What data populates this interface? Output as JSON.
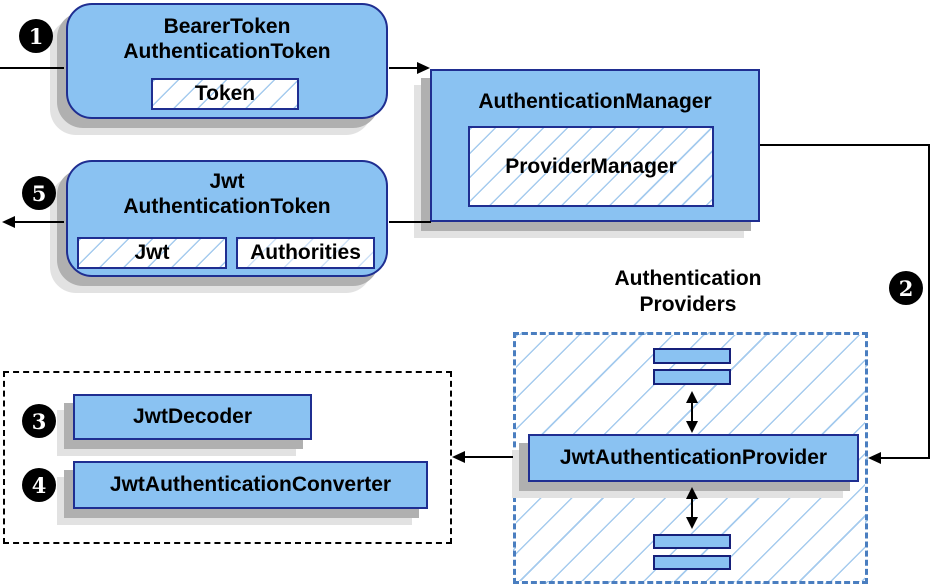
{
  "colors": {
    "box_fill": "#8ac2f2",
    "box_border": "#1f2e91",
    "bar_border": "#16207a",
    "hatch_line": "#a5cbee",
    "hatch_light": "#cfe2f7",
    "providers_border": "#4a7ec0",
    "dashed_black": "#000000",
    "connector": "#000000",
    "shadow_dark": "#b0b0b0",
    "shadow_light": "#e2e2e2",
    "badge_bg": "#000000",
    "badge_text": "#ffffff"
  },
  "badges": {
    "step1": "1",
    "step2": "2",
    "step3": "3",
    "step4": "4",
    "step5": "5"
  },
  "bearer_box": {
    "title_line1": "BearerToken",
    "title_line2": "AuthenticationToken",
    "token_label": "Token"
  },
  "manager_box": {
    "title": "AuthenticationManager",
    "inner_label": "ProviderManager"
  },
  "jwt_box": {
    "title_line1": "Jwt",
    "title_line2": "AuthenticationToken",
    "jwt_label": "Jwt",
    "authorities_label": "Authorities"
  },
  "providers": {
    "heading_line1": "Authentication",
    "heading_line2": "Providers",
    "provider_label": "JwtAuthenticationProvider"
  },
  "decoder_box": {
    "label": "JwtDecoder"
  },
  "converter_box": {
    "label": "JwtAuthenticationConverter"
  }
}
